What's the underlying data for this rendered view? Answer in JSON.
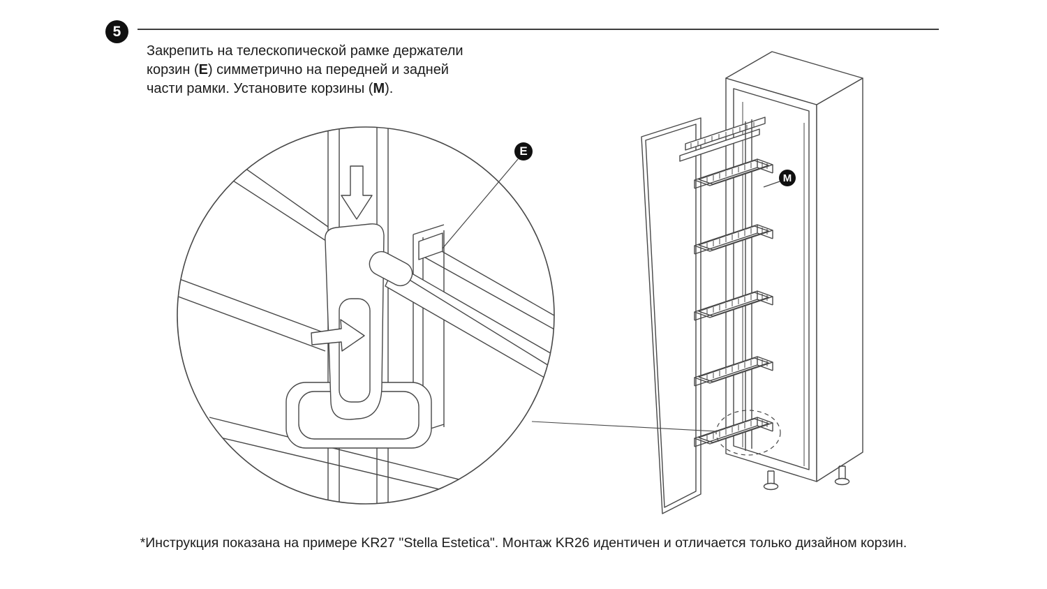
{
  "header": {
    "step_number": "5"
  },
  "instruction": {
    "line1": "Закрепить на телескопической рамке держатели",
    "line2_pre": "корзин (",
    "line2_bold": "E",
    "line2_post": ") симметрично на передней и задней",
    "line3_pre": "части рамки. Установите корзины (",
    "line3_bold": "М",
    "line3_post": ")."
  },
  "diagram": {
    "detail_label": "E",
    "basket_label": "M",
    "line_color": "#474747"
  },
  "footnote": "*Инструкция показана на примере KR27 \"Stella Estetica\". Монтаж KR26 идентичен и отличается только дизайном корзин."
}
